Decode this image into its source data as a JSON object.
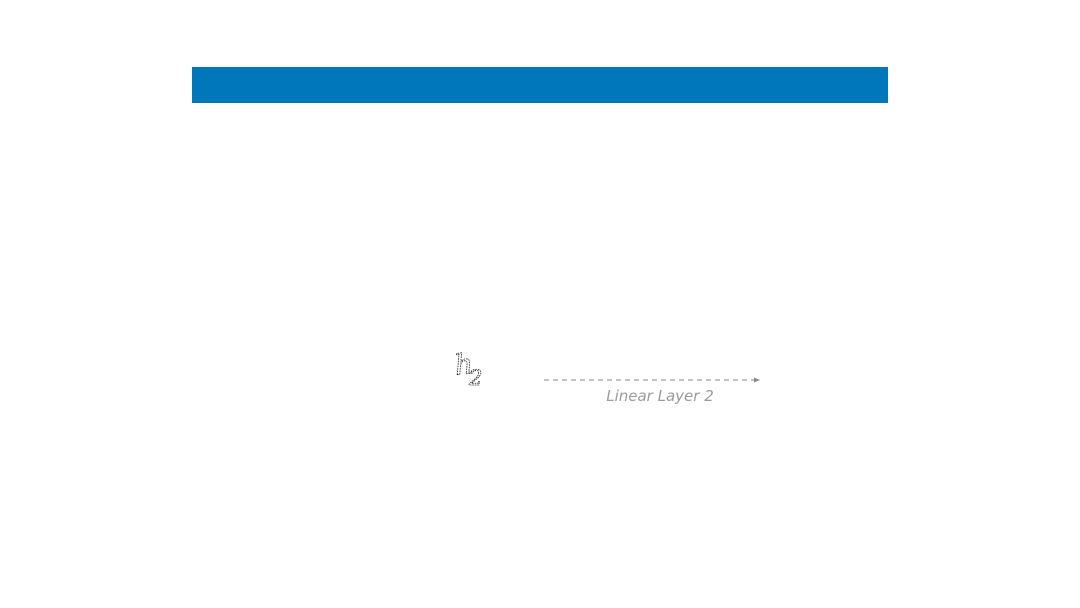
{
  "colors": {
    "title_bar": "#0077bb",
    "arrow": "#8a8a8a",
    "label": "#9b9b9b",
    "symbol_stroke": "#222222"
  },
  "diagram": {
    "node_symbol": "h2",
    "node_symbol_parts": {
      "base": "h",
      "subscript": "2"
    },
    "edge": {
      "style": "dashed",
      "direction": "right",
      "label": "Linear Layer 2"
    }
  }
}
